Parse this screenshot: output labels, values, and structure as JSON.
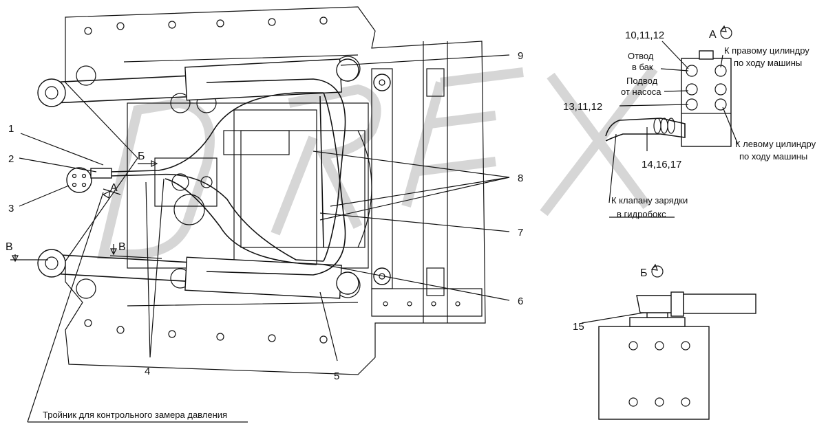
{
  "callouts": {
    "n1": "1",
    "n2": "2",
    "n3": "3",
    "n4": "4",
    "n5": "5",
    "n6": "6",
    "n7": "7",
    "n8": "8",
    "n9": "9",
    "n10_11_12": "10,11,12",
    "n13_11_12": "13,11,12",
    "n14_16_17": "14,16,17",
    "n15": "15"
  },
  "views": {
    "a_marker": "А",
    "b_marker": "Б",
    "v_marker": "В",
    "view_a_title": "А",
    "view_b_title": "Б"
  },
  "labels": {
    "drain_line1": "Отвод",
    "drain_line2": "в бак",
    "supply_line1": "Подвод",
    "supply_line2": "от насоса",
    "right_cyl_line1": "К правому цилиндру",
    "right_cyl_line2": "по ходу машины",
    "left_cyl_line1": "К левому цилиндру",
    "left_cyl_line2": "по ходу машины",
    "charge_valve_line1": "К клапану зарядки",
    "charge_valve_line2": "в гидробокс",
    "tee_pressure": "Тройник для контрольного замера давления"
  },
  "watermark": "DREX"
}
